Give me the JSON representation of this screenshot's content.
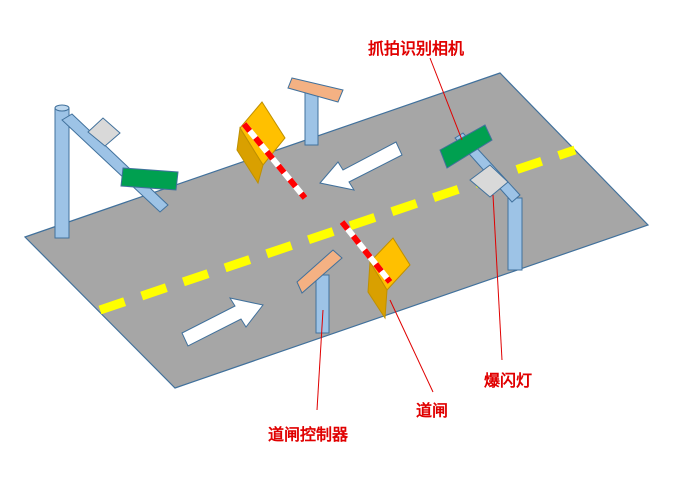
{
  "labels": {
    "camera": "抓拍识别相机",
    "flash": "爆闪灯",
    "barrier": "道闸",
    "controller": "道闸控制器"
  },
  "colors": {
    "road": "#a6a6a6",
    "lane_line": "#ffff00",
    "label": "#e00000",
    "pole": "#9dc3e6",
    "camera": "#00a050",
    "barrier_box": "#ffc000",
    "controller": "#f4b183"
  }
}
